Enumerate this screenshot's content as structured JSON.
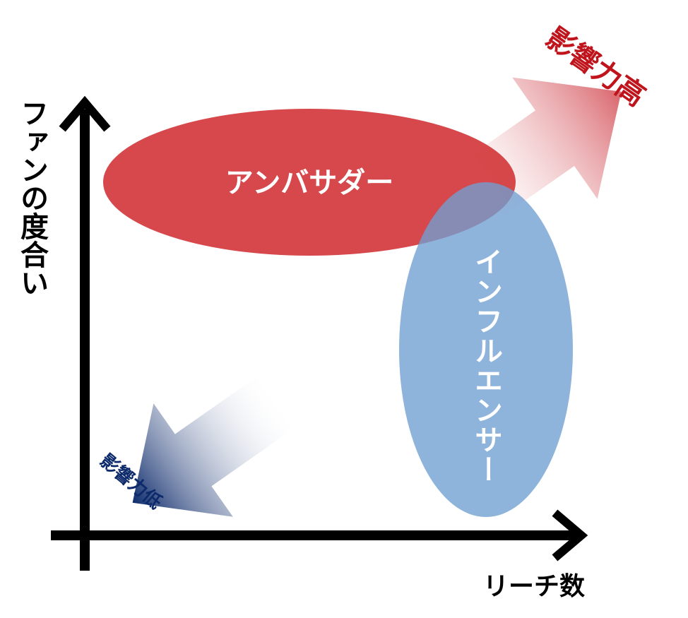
{
  "axes": {
    "y_label": "ファンの度合い",
    "x_label": "リーチ数"
  },
  "regions": {
    "ambassador": {
      "label": "アンバサダー",
      "color": "#d2383c"
    },
    "influencer": {
      "label": "インフルエンサー",
      "color": "#8fb4da"
    }
  },
  "arrows": {
    "high": {
      "label": "影響力高",
      "color": "#c0141c"
    },
    "low": {
      "label": "影響力低",
      "color": "#0d2a6b"
    }
  }
}
